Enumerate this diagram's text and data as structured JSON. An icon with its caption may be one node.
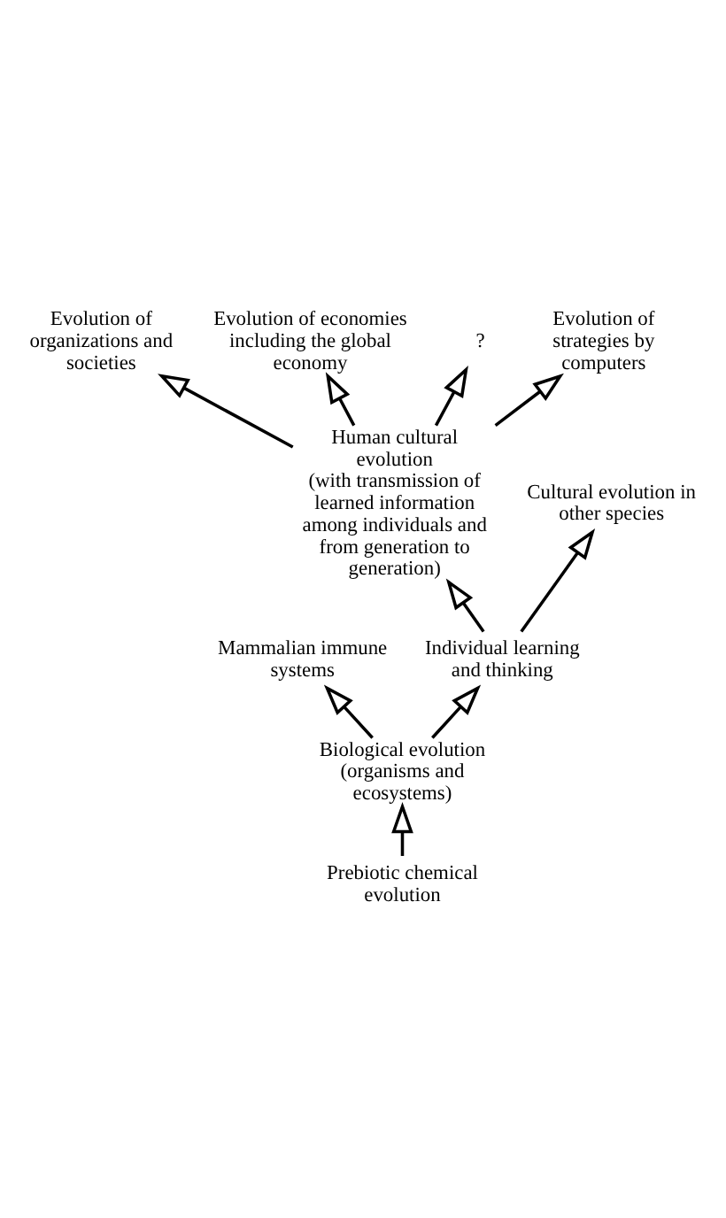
{
  "diagram": {
    "nodes": [
      {
        "text": [
          "Prebiotic chemical evolution"
        ]
      },
      {
        "text": [
          "Biological evolution (organisms and ecosystems)"
        ]
      },
      {
        "text": [
          "Mammalian immune systems"
        ]
      },
      {
        "text": [
          "Individual learning and thinking"
        ]
      },
      {
        "text": [
          "Human cultural evolution",
          "(with transmission of learned information among individuals and from generation to generation)"
        ]
      },
      {
        "text": [
          "Cultural evolution in other species"
        ]
      },
      {
        "text": [
          "Evolution of organizations and societies"
        ]
      },
      {
        "text": [
          "Evolution of economies including the global economy"
        ]
      },
      {
        "text": [
          "?"
        ]
      },
      {
        "text": [
          "Evolution of strategies by computers"
        ]
      }
    ],
    "edges": [
      {
        "from": 0,
        "to": 1,
        "arrow": "to"
      },
      {
        "from": 1,
        "to": 2,
        "arrow": "to"
      },
      {
        "from": 1,
        "to": 3,
        "arrow": "to"
      },
      {
        "from": 3,
        "to": 4,
        "arrow": "to"
      },
      {
        "from": 3,
        "to": 5,
        "arrow": "to"
      },
      {
        "from": 4,
        "to": 6,
        "arrow": "to"
      },
      {
        "from": 4,
        "to": 7,
        "arrow": "to"
      },
      {
        "from": 4,
        "to": 8,
        "arrow": "to"
      },
      {
        "from": 4,
        "to": 9,
        "arrow": "to"
      }
    ]
  }
}
